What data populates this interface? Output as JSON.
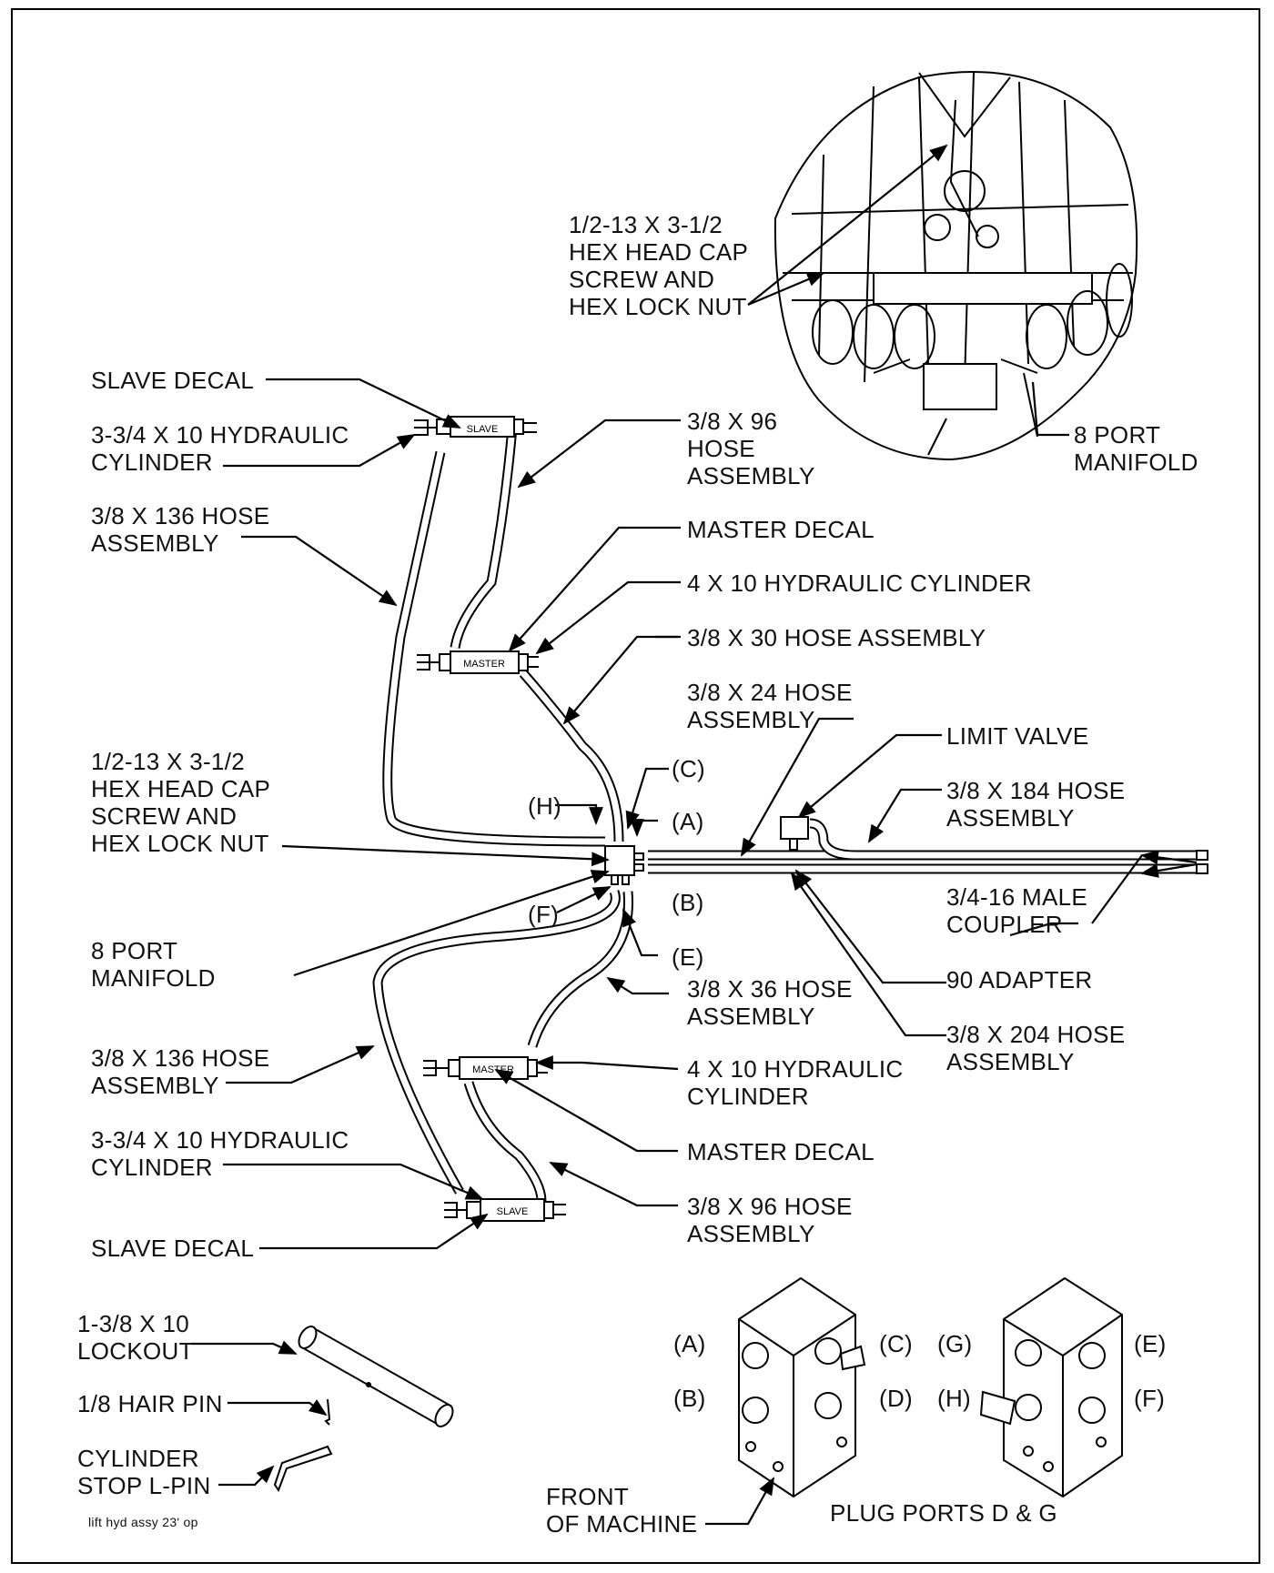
{
  "labels": {
    "screw_top": "1/2-13 X 3-1/2\nHEX HEAD CAP\nSCREW AND\nHEX LOCK NUT",
    "manifold_top": "8 PORT\nMANIFOLD",
    "slave_decal_top": "SLAVE DECAL",
    "slave_cyl_top": "3-3/4 X 10 HYDRAULIC\nCYLINDER",
    "hose96_top": "3/8 X 96\nHOSE\nASSEMBLY",
    "hose136_top": "3/8 X 136 HOSE\nASSEMBLY",
    "master_decal_top": "MASTER DECAL",
    "master_cyl_top": "4 X 10 HYDRAULIC CYLINDER",
    "hose30": "3/8 X 30 HOSE ASSEMBLY",
    "hose24": "3/8 X 24 HOSE\nASSEMBLY",
    "limit_valve": "LIMIT VALVE",
    "hose184": "3/8 X 184 HOSE\nASSEMBLY",
    "screw_mid": "1/2-13 X 3-1/2\nHEX HEAD CAP\nSCREW AND\nHEX LOCK NUT",
    "port_c": "(C)",
    "port_h": "(H)",
    "port_a": "(A)",
    "port_b": "(B)",
    "port_f": "(F)",
    "port_e": "(E)",
    "male_coupler": "3/4-16 MALE\nCOUPLER",
    "manifold_mid": "8 PORT\nMANIFOLD",
    "hose36": "3/8 X 36 HOSE\nASSEMBLY",
    "adapter90": "90 ADAPTER",
    "hose204": "3/8 X 204 HOSE\nASSEMBLY",
    "hose136_bot": "3/8 X 136 HOSE\nASSEMBLY",
    "master_cyl_bot": "4 X 10 HYDRAULIC\nCYLINDER",
    "slave_cyl_bot": "3-3/4 X 10 HYDRAULIC\nCYLINDER",
    "master_decal_bot": "MASTER DECAL",
    "hose96_bot": "3/8 X 96 HOSE\nASSEMBLY",
    "slave_decal_bot": "SLAVE DECAL",
    "lockout": "1-3/8 X 10\nLOCKOUT",
    "hair_pin": "1/8 HAIR PIN",
    "stop_pin": "CYLINDER\nSTOP L-PIN",
    "caption": "lift hyd assy 23' op",
    "blk1_a": "(A)",
    "blk1_b": "(B)",
    "blk1_c": "(C)",
    "blk1_d": "(D)",
    "blk2_g": "(G)",
    "blk2_h": "(H)",
    "blk2_e": "(E)",
    "blk2_f": "(F)",
    "front": "FRONT\nOF MACHINE",
    "plug_ports": "PLUG PORTS D & G",
    "decal_slave": "SLAVE",
    "decal_master": "MASTER"
  }
}
